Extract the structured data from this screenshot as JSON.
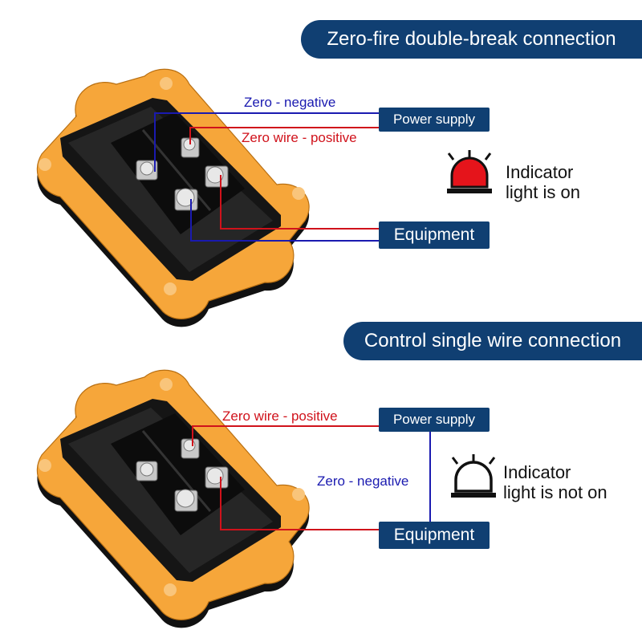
{
  "section1": {
    "title": "Zero-fire double-break connection",
    "label_blue": "Zero - negative",
    "label_red": "Zero wire - positive",
    "box_top": "Power supply",
    "box_bottom": "Equipment",
    "indicator_line1": "Indicator",
    "indicator_line2": "light is on",
    "indicator_icon": "alarm-light-on-icon"
  },
  "section2": {
    "title": "Control single wire connection",
    "label_red": "Zero wire - positive",
    "label_blue": "Zero - negative",
    "box_top": "Power supply",
    "box_bottom": "Equipment",
    "indicator_line1": "Indicator",
    "indicator_line2": "light is not on",
    "indicator_icon": "alarm-light-off-icon"
  },
  "colors": {
    "navy": "#103f72",
    "blue_wire": "#1a1ab0",
    "red_wire": "#d0121b",
    "frame_orange": "#f6a63a",
    "indicator_red": "#e5141b"
  }
}
